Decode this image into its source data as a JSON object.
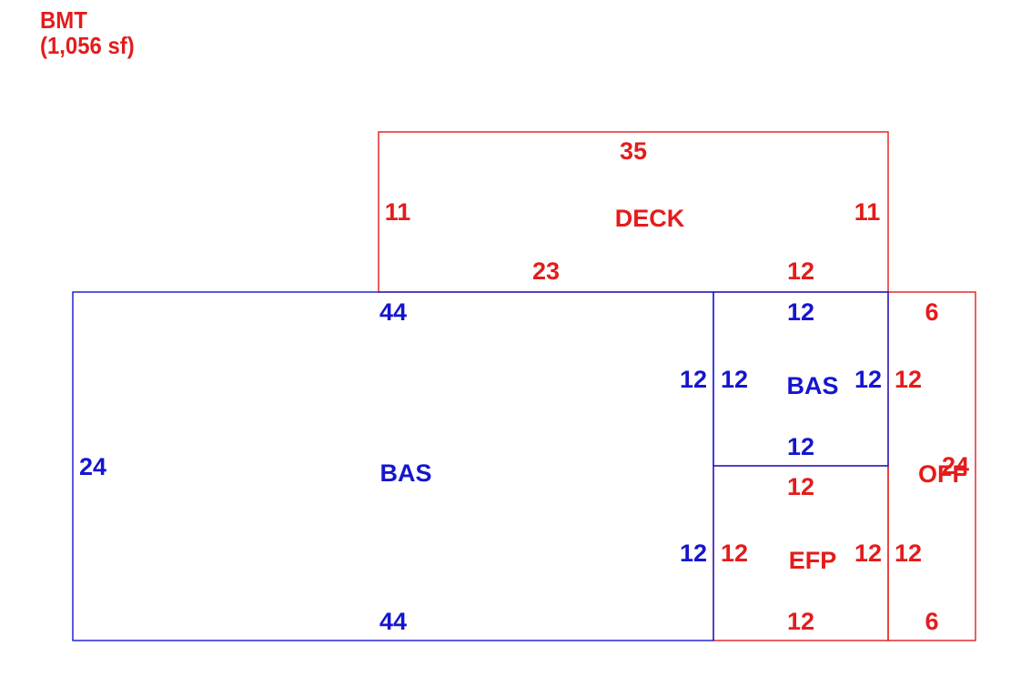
{
  "header": {
    "title": "BMT",
    "area": "(1,056 sf)"
  },
  "colors": {
    "red": "#e51b1b",
    "blue": "#1515cf"
  },
  "areas": {
    "deck": {
      "name": "DECK",
      "top": "35",
      "left": "11",
      "right": "11",
      "bottom_left": "23",
      "bottom_right": "12"
    },
    "bas_main": {
      "name": "BAS",
      "top": "44",
      "bottom": "44",
      "left": "24",
      "right_upper": "12",
      "right_lower": "12"
    },
    "bas_small": {
      "name": "BAS",
      "top": "12",
      "bottom": "12",
      "left": "12",
      "right": "12"
    },
    "efp": {
      "name": "EFP",
      "top": "12",
      "bottom": "12",
      "left": "12",
      "right": "12"
    },
    "off": {
      "name": "OFF",
      "top": "6",
      "bottom": "6",
      "left_upper": "12",
      "left_lower": "12",
      "side": "24"
    }
  }
}
